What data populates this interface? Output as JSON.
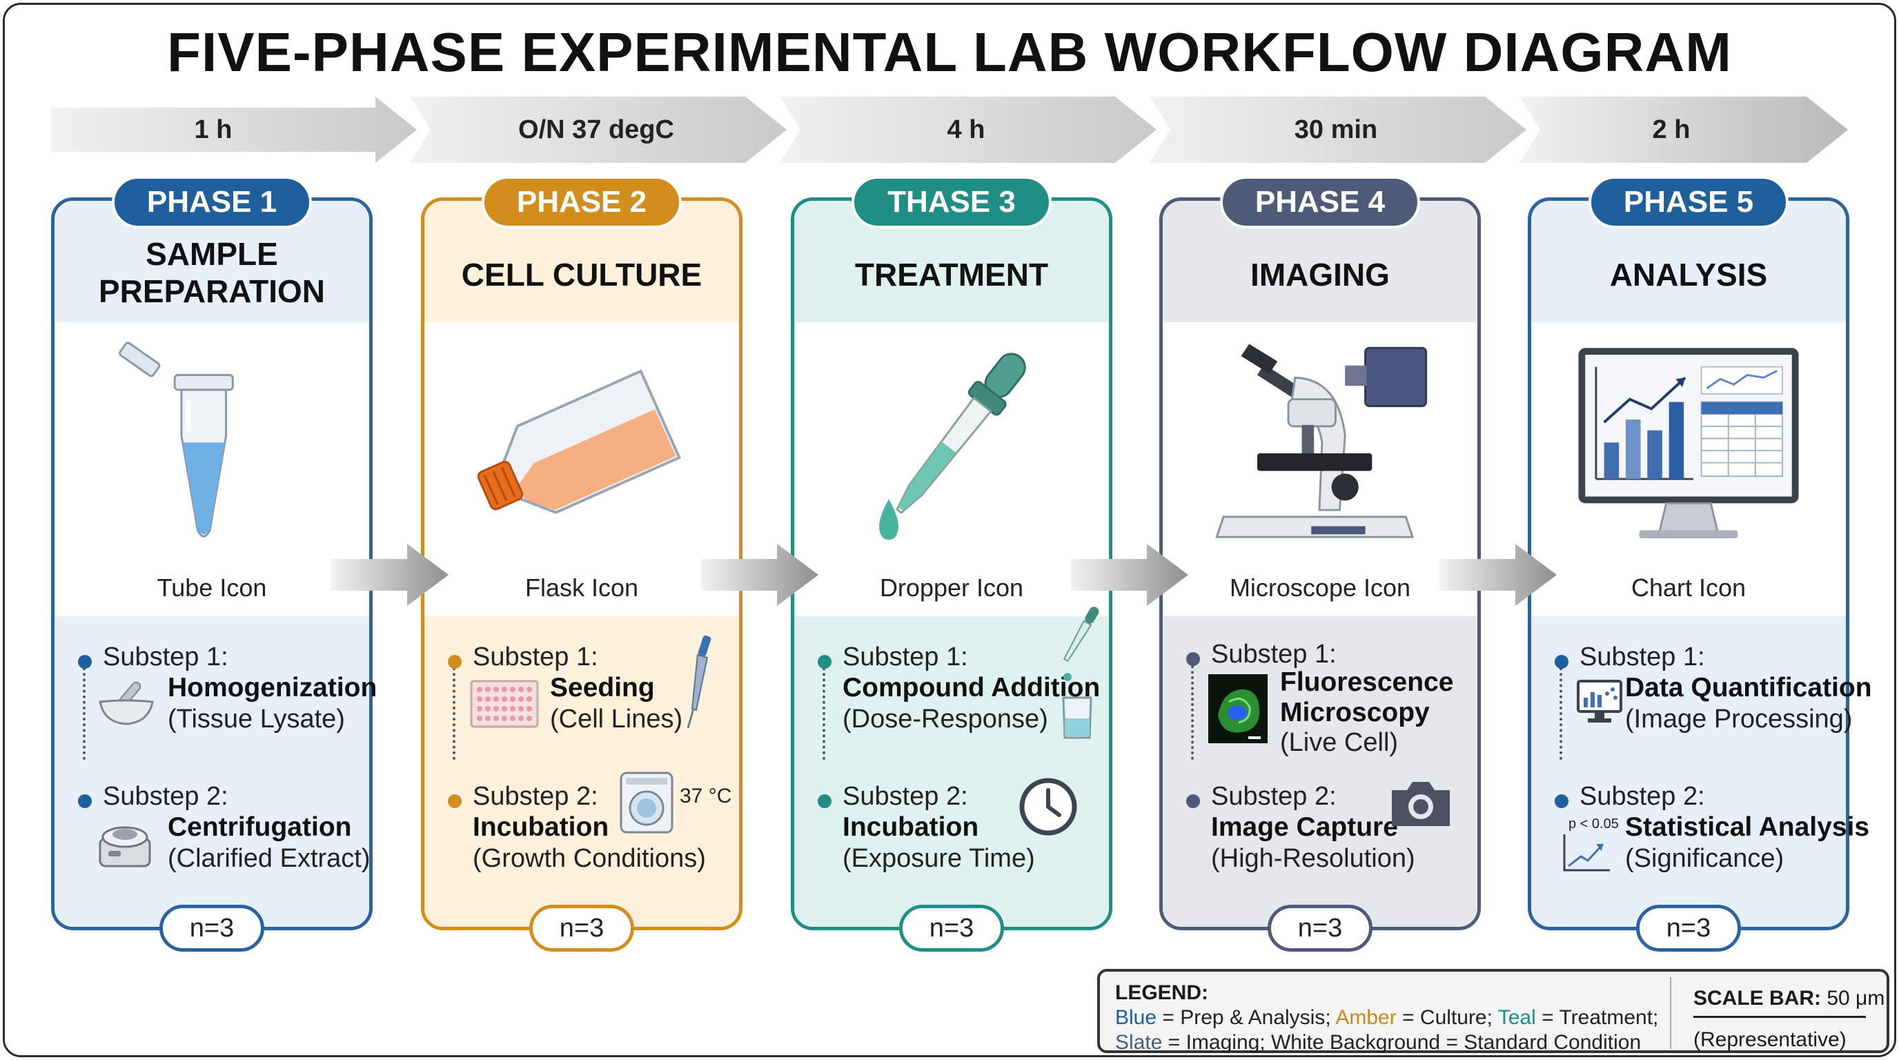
{
  "title": "FIVE-PHASE EXPERIMENTAL LAB WORKFLOW DIAGRAM",
  "timeline": [
    "1 h",
    "O/N 37 degC",
    "4 h",
    "30 min",
    "2 h"
  ],
  "colors": {
    "blue": "#1f5f9e",
    "amber": "#d38d1d",
    "teal": "#1f8e84",
    "slate": "#4d5a78"
  },
  "phases": [
    {
      "pill": "PHASE 1",
      "title_lines": [
        "SAMPLE",
        "PREPARATION"
      ],
      "icon": "tube-icon",
      "icon_label": "Tube Icon",
      "substeps": [
        {
          "label": "Substep 1:",
          "name": "Homogenization",
          "desc": "(Tissue Lysate)",
          "icon": "mortar-pestle-icon"
        },
        {
          "label": "Substep 2:",
          "name": "Centrifugation",
          "desc": "(Clarified Extract)",
          "icon": "centrifuge-icon"
        }
      ],
      "n": "n=3"
    },
    {
      "pill": "PHASE 2",
      "title_lines": [
        "CELL CULTURE"
      ],
      "icon": "flask-icon",
      "icon_label": "Flask Icon",
      "substeps": [
        {
          "label": "Substep 1:",
          "name": "Seeding",
          "desc": "(Cell Lines)",
          "icon": "well-plate-icon"
        },
        {
          "label": "Substep 2:",
          "name": "Incubation",
          "desc": "(Growth Conditions)",
          "icon": "incubator-icon",
          "extra": "37 °C"
        }
      ],
      "n": "n=3"
    },
    {
      "pill": "THASE 3",
      "title_lines": [
        "TREATMENT"
      ],
      "icon": "dropper-icon",
      "icon_label": "Dropper Icon",
      "substeps": [
        {
          "label": "Substep 1:",
          "name": "Compound Addition",
          "desc": "(Dose-Response)",
          "icon": "beaker-icon"
        },
        {
          "label": "Substep 2:",
          "name": "Incubation",
          "desc": "(Exposure Time)",
          "icon": "clock-icon"
        }
      ],
      "n": "n=3"
    },
    {
      "pill": "PHASE 4",
      "title_lines": [
        "IMAGING"
      ],
      "icon": "microscope-icon",
      "icon_label": "Microscope Icon",
      "substeps": [
        {
          "label": "Substep 1:",
          "name_lines": [
            "Fluorescence",
            "Microscopy"
          ],
          "desc": "(Live Cell)",
          "icon": "fluorescence-image-icon"
        },
        {
          "label": "Substep 2:",
          "name": "Image Capture",
          "desc": "(High-Resolution)",
          "icon": "camera-icon"
        }
      ],
      "n": "n=3"
    },
    {
      "pill": "PHASE 5",
      "title_lines": [
        "ANALYSIS"
      ],
      "icon": "chart-icon",
      "icon_label": "Chart Icon",
      "substeps": [
        {
          "label": "Substep 1:",
          "name": "Data Quantification",
          "desc": "(Image Processing)",
          "icon": "monitor-chart-icon"
        },
        {
          "label": "Substep 2:",
          "name": "Statistical Analysis",
          "desc": "(Significance)",
          "icon": "trend-icon",
          "extra": "p < 0.05"
        }
      ],
      "n": "n=3"
    }
  ],
  "legend": {
    "heading": "LEGEND:",
    "line1": [
      {
        "text": "Blue",
        "color": "blue"
      },
      {
        "text": " = Prep & Analysis; "
      },
      {
        "text": "Amber",
        "color": "amber"
      },
      {
        "text": " = Culture; "
      },
      {
        "text": "Teal",
        "color": "teal"
      },
      {
        "text": " = Treatment;"
      }
    ],
    "line2": [
      {
        "text": "Slate",
        "color": "slate"
      },
      {
        "text": " = Imaging; White Background = Standard Condition"
      }
    ],
    "scale_heading": "SCALE BAR:",
    "scale_value": " 50 μm",
    "scale_note": "(Representative)"
  }
}
